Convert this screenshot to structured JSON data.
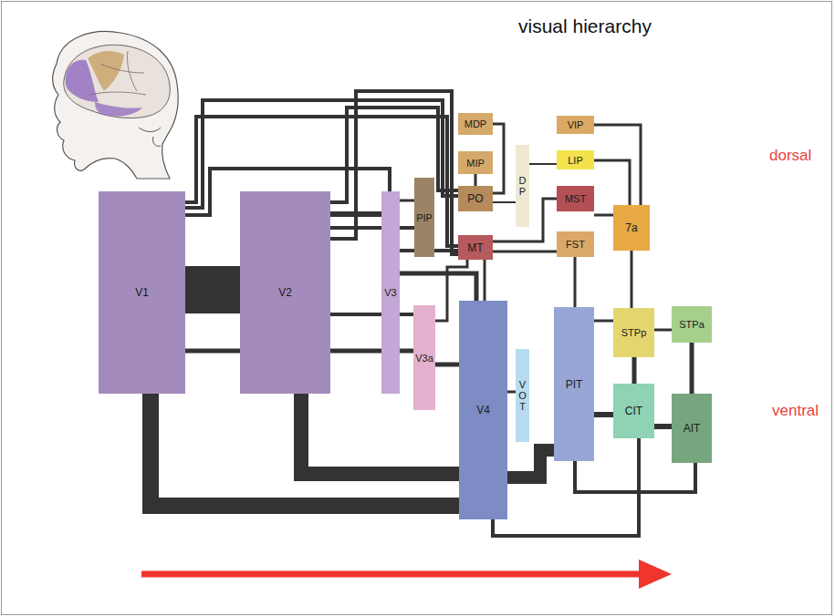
{
  "diagram": {
    "title": "visual hierarchy",
    "nodes": [
      {
        "text": [
          "V1"
        ]
      },
      {
        "text": [
          "V2"
        ]
      },
      {
        "text": [
          "V3"
        ]
      },
      {
        "text": [
          "PIP"
        ]
      },
      {
        "text": [
          "V3a"
        ]
      },
      {
        "text": [
          "MDP"
        ]
      },
      {
        "text": [
          "MIP"
        ]
      },
      {
        "text": [
          "PO"
        ]
      },
      {
        "text": [
          "MT"
        ]
      },
      {
        "text": [
          "DP"
        ]
      },
      {
        "text": [
          "VIP"
        ]
      },
      {
        "text": [
          "LIP"
        ]
      },
      {
        "text": [
          "MST"
        ]
      },
      {
        "text": [
          "FST"
        ]
      },
      {
        "text": [
          "7a"
        ]
      },
      {
        "text": [
          "V4"
        ]
      },
      {
        "text": [
          "VOT"
        ]
      },
      {
        "text": [
          "PIT"
        ]
      },
      {
        "text": [
          "STPp"
        ]
      },
      {
        "text": [
          "STPa"
        ]
      },
      {
        "text": [
          "CIT"
        ]
      },
      {
        "text": [
          "AIT"
        ]
      }
    ],
    "edges": [
      {
        "from": 0,
        "to": 1,
        "arrow": "none"
      },
      {
        "from": 0,
        "to": 2,
        "arrow": "none"
      },
      {
        "from": 0,
        "to": 15,
        "arrow": "none"
      },
      {
        "from": 0,
        "to": 8,
        "arrow": "none"
      },
      {
        "from": 0,
        "to": 7,
        "arrow": "none"
      },
      {
        "from": 0,
        "to": 4,
        "arrow": "none"
      },
      {
        "from": 1,
        "to": 2,
        "arrow": "none"
      },
      {
        "from": 1,
        "to": 15,
        "arrow": "none"
      },
      {
        "from": 1,
        "to": 8,
        "arrow": "none"
      },
      {
        "from": 1,
        "to": 7,
        "arrow": "none"
      },
      {
        "from": 1,
        "to": 4,
        "arrow": "none"
      },
      {
        "from": 1,
        "to": 3,
        "arrow": "none"
      },
      {
        "from": 2,
        "to": 15,
        "arrow": "none"
      },
      {
        "from": 2,
        "to": 8,
        "arrow": "none"
      },
      {
        "from": 2,
        "to": 3,
        "arrow": "none"
      },
      {
        "from": 4,
        "to": 15,
        "arrow": "none"
      },
      {
        "from": 4,
        "to": 8,
        "arrow": "none"
      },
      {
        "from": 7,
        "to": 6,
        "arrow": "none"
      },
      {
        "from": 7,
        "to": 5,
        "arrow": "none"
      },
      {
        "from": 8,
        "to": 12,
        "arrow": "none"
      },
      {
        "from": 8,
        "to": 13,
        "arrow": "none"
      },
      {
        "from": 8,
        "to": 15,
        "arrow": "none"
      },
      {
        "from": 15,
        "to": 17,
        "arrow": "none"
      },
      {
        "from": 15,
        "to": 16,
        "arrow": "none"
      },
      {
        "from": 17,
        "to": 20,
        "arrow": "none"
      },
      {
        "from": 20,
        "to": 21,
        "arrow": "none"
      },
      {
        "from": 18,
        "to": 20,
        "arrow": "none"
      },
      {
        "from": 19,
        "to": 21,
        "arrow": "none"
      },
      {
        "from": 17,
        "to": 18,
        "arrow": "none"
      },
      {
        "from": 14,
        "to": 18,
        "arrow": "none"
      },
      {
        "from": 11,
        "to": 14,
        "arrow": "none"
      },
      {
        "from": 12,
        "to": 14,
        "arrow": "none"
      },
      {
        "from": 10,
        "to": 14,
        "arrow": "none"
      },
      {
        "from": 17,
        "to": 21,
        "arrow": "none"
      },
      {
        "from": 13,
        "to": 17,
        "arrow": "none"
      },
      {
        "from": 18,
        "to": 19,
        "arrow": "none"
      },
      {
        "from": 15,
        "to": 20,
        "arrow": "none"
      },
      {
        "from": 9,
        "to": 11,
        "arrow": "none"
      },
      {
        "from": 7,
        "to": 9,
        "arrow": "none"
      }
    ],
    "labels": [
      "dorsal",
      "ventral"
    ]
  }
}
